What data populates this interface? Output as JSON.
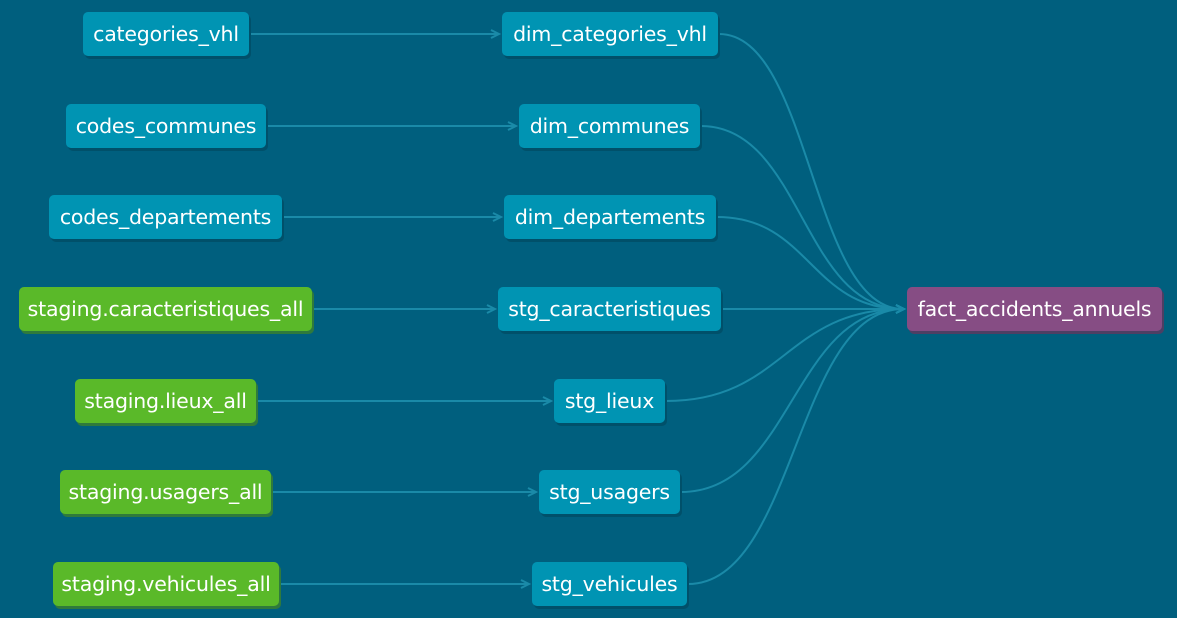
{
  "colors": {
    "background": "#005f7e",
    "model_node": "#0094b3",
    "source_node": "#5ab929",
    "fact_node": "#864d84",
    "edge": "#1a8aa8"
  },
  "nodes": {
    "categories_vhl": "categories_vhl",
    "codes_communes": "codes_communes",
    "codes_departements": "codes_departements",
    "staging_caracteristiques_all": "staging.caracteristiques_all",
    "staging_lieux_all": "staging.lieux_all",
    "staging_usagers_all": "staging.usagers_all",
    "staging_vehicules_all": "staging.vehicules_all",
    "dim_categories_vhl": "dim_categories_vhl",
    "dim_communes": "dim_communes",
    "dim_departements": "dim_departements",
    "stg_caracteristiques": "stg_caracteristiques",
    "stg_lieux": "stg_lieux",
    "stg_usagers": "stg_usagers",
    "stg_vehicules": "stg_vehicules",
    "fact_accidents_annuels": "fact_accidents_annuels"
  },
  "edges": [
    [
      "categories_vhl",
      "dim_categories_vhl"
    ],
    [
      "codes_communes",
      "dim_communes"
    ],
    [
      "codes_departements",
      "dim_departements"
    ],
    [
      "staging_caracteristiques_all",
      "stg_caracteristiques"
    ],
    [
      "staging_lieux_all",
      "stg_lieux"
    ],
    [
      "staging_usagers_all",
      "stg_usagers"
    ],
    [
      "staging_vehicules_all",
      "stg_vehicules"
    ],
    [
      "dim_categories_vhl",
      "fact_accidents_annuels"
    ],
    [
      "dim_communes",
      "fact_accidents_annuels"
    ],
    [
      "dim_departements",
      "fact_accidents_annuels"
    ],
    [
      "stg_caracteristiques",
      "fact_accidents_annuels"
    ],
    [
      "stg_lieux",
      "fact_accidents_annuels"
    ],
    [
      "stg_usagers",
      "fact_accidents_annuels"
    ],
    [
      "stg_vehicules",
      "fact_accidents_annuels"
    ]
  ]
}
